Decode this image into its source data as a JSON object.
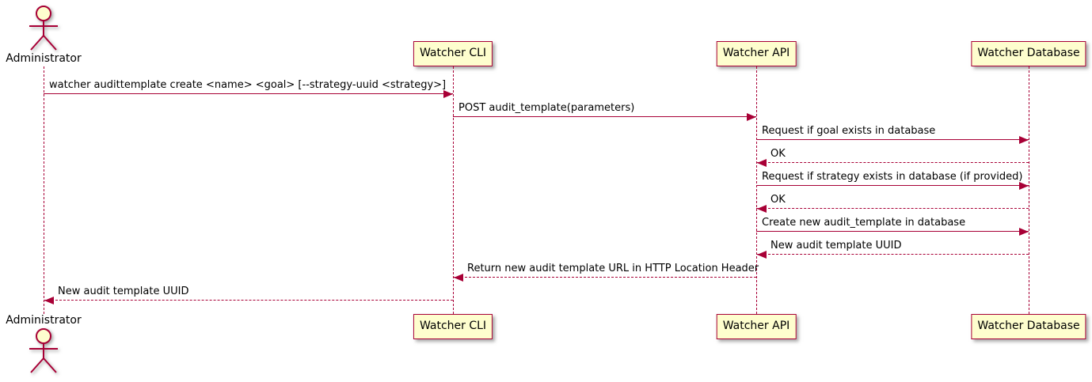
{
  "diagram": {
    "kind": "uml-sequence-diagram",
    "colors": {
      "line": "#A80036",
      "participant_fill": "#FEFECE",
      "text": "#000000",
      "background": "#FFFFFF"
    },
    "participants": [
      {
        "id": "administrator",
        "label": "Administrator",
        "type": "actor"
      },
      {
        "id": "watcher_cli",
        "label": "Watcher CLI",
        "type": "participant"
      },
      {
        "id": "watcher_api",
        "label": "Watcher API",
        "type": "participant"
      },
      {
        "id": "watcher_database",
        "label": "Watcher Database",
        "type": "participant"
      }
    ],
    "messages": [
      {
        "from": "administrator",
        "to": "watcher_cli",
        "style": "solid",
        "label": "watcher audittemplate create <name> <goal> [--strategy-uuid <strategy>]"
      },
      {
        "from": "watcher_cli",
        "to": "watcher_api",
        "style": "solid",
        "label": "POST audit_template(parameters)"
      },
      {
        "from": "watcher_api",
        "to": "watcher_database",
        "style": "solid",
        "label": "Request if goal exists in database"
      },
      {
        "from": "watcher_database",
        "to": "watcher_api",
        "style": "dashed",
        "label": "OK"
      },
      {
        "from": "watcher_api",
        "to": "watcher_database",
        "style": "solid",
        "label": "Request if strategy exists in database (if provided)"
      },
      {
        "from": "watcher_database",
        "to": "watcher_api",
        "style": "dashed",
        "label": "OK"
      },
      {
        "from": "watcher_api",
        "to": "watcher_database",
        "style": "solid",
        "label": "Create new audit_template in database"
      },
      {
        "from": "watcher_database",
        "to": "watcher_api",
        "style": "dashed",
        "label": "New audit template UUID"
      },
      {
        "from": "watcher_api",
        "to": "watcher_cli",
        "style": "dashed",
        "label": "Return new audit template URL in HTTP Location Header"
      },
      {
        "from": "watcher_cli",
        "to": "administrator",
        "style": "dashed",
        "label": "New audit template UUID"
      }
    ]
  }
}
